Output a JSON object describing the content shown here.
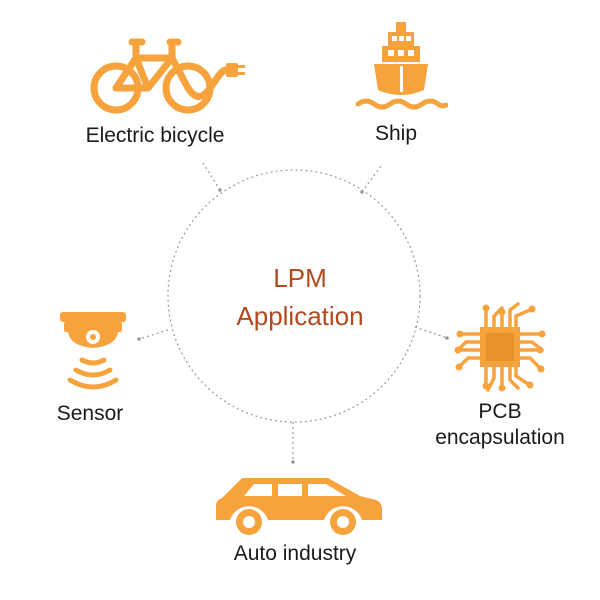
{
  "center": {
    "line1": "LPM",
    "line2": "Application"
  },
  "colors": {
    "icon": "#f7a33d",
    "accent": "#b24a1e",
    "text": "#1a1a1a",
    "connector": "#9a9a9a"
  },
  "nodes": [
    {
      "id": "electric-bicycle",
      "label": "Electric bicycle",
      "icon": "bicycle-icon"
    },
    {
      "id": "ship",
      "label": "Ship",
      "icon": "ship-icon"
    },
    {
      "id": "sensor",
      "label": "Sensor",
      "icon": "sensor-icon"
    },
    {
      "id": "pcb",
      "label_line1": "PCB",
      "label_line2": "encapsulation",
      "icon": "chip-icon"
    },
    {
      "id": "auto",
      "label": "Auto industry",
      "icon": "car-icon"
    }
  ]
}
